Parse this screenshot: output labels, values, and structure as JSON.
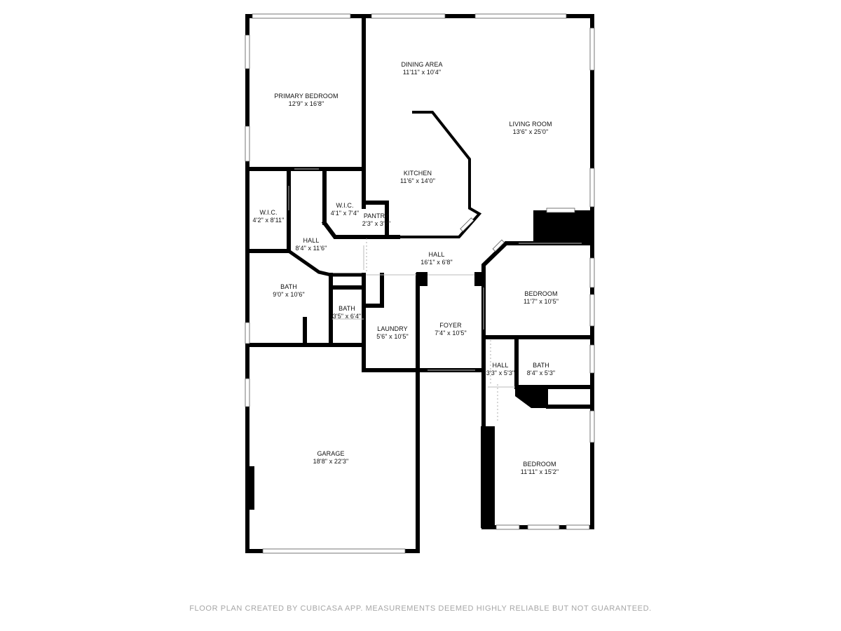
{
  "rooms": {
    "primary_bedroom": {
      "name": "PRIMARY BEDROOM",
      "dims": "12'9\" x 16'8\""
    },
    "dining_area": {
      "name": "DINING AREA",
      "dims": "11'11\" x 10'4\""
    },
    "living_room": {
      "name": "LIVING ROOM",
      "dims": "13'6\" x 25'0\""
    },
    "kitchen": {
      "name": "KITCHEN",
      "dims": "11'6\" x 14'0\""
    },
    "wic_left": {
      "name": "W.I.C.",
      "dims": "4'2\" x 8'11\""
    },
    "wic_right": {
      "name": "W.I.C.",
      "dims": "4'1\" x 7'4\""
    },
    "pantry": {
      "name": "PANTRY",
      "dims": "2'3\" x 3'8\""
    },
    "hall_primary": {
      "name": "HALL",
      "dims": "8'4\" x 11'6\""
    },
    "hall_main": {
      "name": "HALL",
      "dims": "16'1\" x 6'8\""
    },
    "bath_primary": {
      "name": "BATH",
      "dims": "9'0\" x 10'6\""
    },
    "bath_small": {
      "name": "BATH",
      "dims": "3'5\" x 6'4\""
    },
    "laundry": {
      "name": "LAUNDRY",
      "dims": "5'6\" x 10'5\""
    },
    "foyer": {
      "name": "FOYER",
      "dims": "7'4\" x 10'5\""
    },
    "bedroom_upper": {
      "name": "BEDROOM",
      "dims": "11'7\" x 10'5\""
    },
    "hall_small": {
      "name": "HALL",
      "dims": "3'3\" x 5'3\""
    },
    "bath_right": {
      "name": "BATH",
      "dims": "8'4\" x 5'3\""
    },
    "bedroom_lower": {
      "name": "BEDROOM",
      "dims": "11'11\" x 15'2\""
    },
    "garage": {
      "name": "GARAGE",
      "dims": "18'8\" x 22'3\""
    }
  },
  "footer": {
    "note": "FLOOR PLAN CREATED BY CUBICASA APP. MEASUREMENTS DEEMED HIGHLY RELIABLE BUT NOT GUARANTEED."
  },
  "colors": {
    "wall": "#000000",
    "window": "#ffffff",
    "label": "#111111",
    "footer": "#a6a6a6"
  }
}
